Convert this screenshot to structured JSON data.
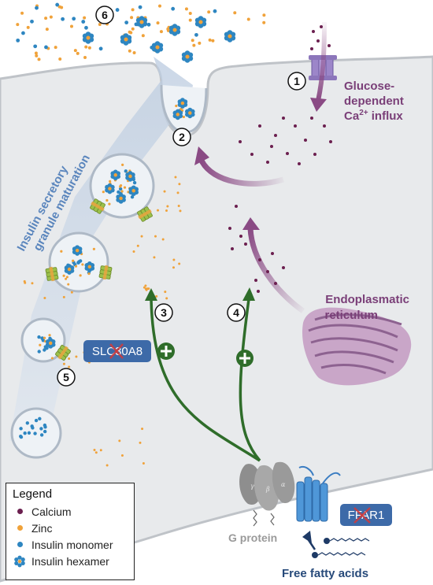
{
  "colors": {
    "calcium": "#6b1f4f",
    "zinc": "#f0a23a",
    "insulin_monomer": "#2e86c1",
    "insulin_hexamer": "#2e86c1",
    "cell": "#e8eaec",
    "pathway_green": "#2f6d2a",
    "purple_arrow": "#8a4a84",
    "slc_box": "#3d6aa8",
    "ffar_box": "#3d6aa8",
    "receptor": "#4f97d8"
  },
  "steps": [
    "1",
    "2",
    "3",
    "4",
    "5",
    "6"
  ],
  "labels": {
    "glucose_line1": "Glucose-",
    "glucose_line2": "dependent",
    "glucose_line3": "Ca",
    "glucose_sup": "2+",
    "glucose_line3_rest": " influx",
    "er_line1": "Endoplasmatic",
    "er_line2": "reticulum",
    "granule_line1": "Insulin secretory",
    "granule_line2": "granule maturation",
    "slc30a8": "SLC30A8",
    "ffar1": "FFAR1",
    "g_protein": "G protein",
    "fatty_acids": "Free fatty acids",
    "gamma": "γ",
    "beta": "β",
    "alpha": "α"
  },
  "legend": {
    "title": "Legend",
    "items": [
      {
        "label": "Calcium",
        "symbol": "calcium-dot"
      },
      {
        "label": "Zinc",
        "symbol": "zinc-dot"
      },
      {
        "label": "Insulin monomer",
        "symbol": "monomer-dot"
      },
      {
        "label": "Insulin hexamer",
        "symbol": "hexamer-flower"
      }
    ]
  }
}
